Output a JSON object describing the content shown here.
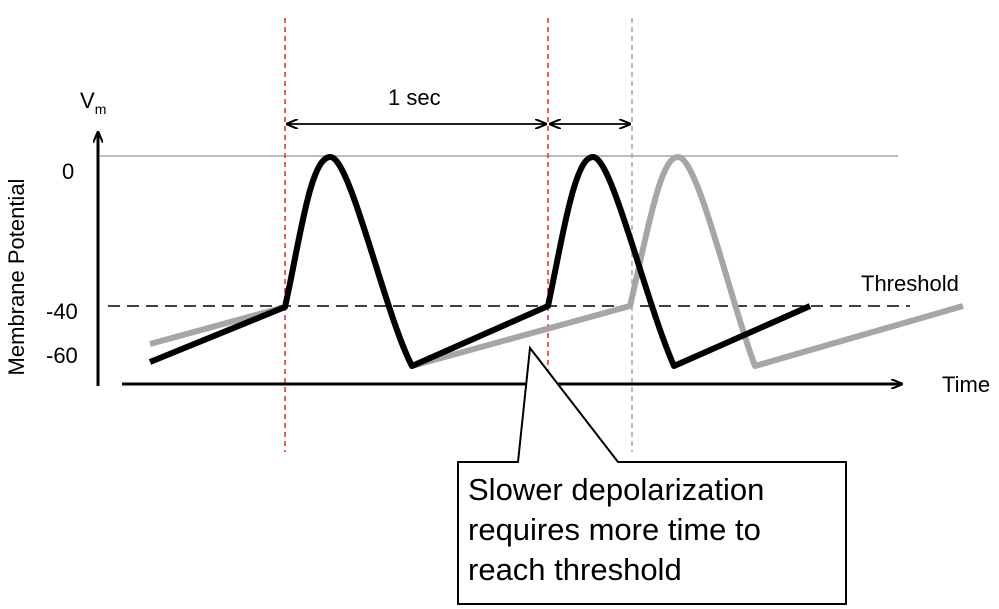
{
  "labels": {
    "y_axis_symbol": "V",
    "y_axis_subscript": "m",
    "y_axis_title": "Membrane Potential",
    "x_axis_title": "Time",
    "threshold": "Threshold",
    "interval": "1 sec",
    "tick_0": "0",
    "tick_minus40": "-40",
    "tick_minus60": "-60"
  },
  "callout": {
    "line1": "Slower depolarization",
    "line2": "requires more time to",
    "line3": "reach threshold"
  },
  "colors": {
    "fast_trace": "#000000",
    "slow_trace": "#a6a6a6",
    "marker_red": "#e8262a",
    "marker_gray": "#a6a6a6"
  }
}
